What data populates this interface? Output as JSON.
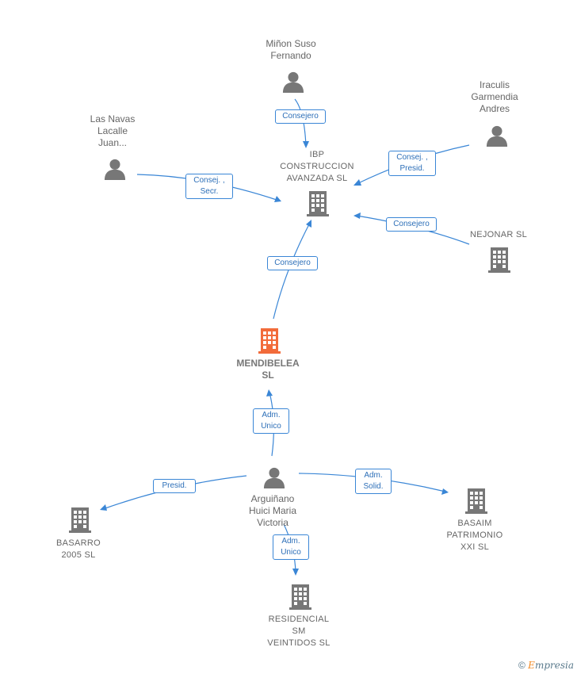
{
  "nodes": {
    "minon": {
      "label": [
        "Miñon Suso",
        "Fernando"
      ],
      "kind": "person"
    },
    "iraculis": {
      "label": [
        "Iraculis",
        "Garmendia",
        "Andres"
      ],
      "kind": "person"
    },
    "lasnavas": {
      "label": [
        "Las Navas",
        "Lacalle",
        "Juan..."
      ],
      "kind": "person"
    },
    "ibp": {
      "label": [
        "IBP",
        "CONSTRUCCION",
        "AVANZADA  SL"
      ],
      "kind": "company"
    },
    "nejonar": {
      "label": [
        "NEJONAR  SL"
      ],
      "kind": "company"
    },
    "mendibelea": {
      "label": [
        "MENDIBELEA",
        "SL"
      ],
      "kind": "company-main"
    },
    "arguinano": {
      "label": [
        "Arguiñano",
        "Huici Maria",
        "Victoria"
      ],
      "kind": "person"
    },
    "basarro": {
      "label": [
        "BASARRO",
        "2005  SL"
      ],
      "kind": "company"
    },
    "basaim": {
      "label": [
        "BASAIM",
        "PATRIMONIO",
        "XXI  SL"
      ],
      "kind": "company"
    },
    "residencial": {
      "label": [
        "RESIDENCIAL",
        "SM",
        "VEINTIDOS  SL"
      ],
      "kind": "company"
    }
  },
  "edges": {
    "minon_ibp": [
      "Consejero"
    ],
    "iraculis_ibp": [
      "Consej. ,",
      "Presid."
    ],
    "lasnavas_ibp": [
      "Consej. ,",
      "Secr."
    ],
    "nejonar_ibp": [
      "Consejero"
    ],
    "mendibelea_ibp": [
      "Consejero"
    ],
    "arguinano_mend": [
      "Adm.",
      "Unico"
    ],
    "arguinano_basarro": [
      "Presid."
    ],
    "arguinano_basaim": [
      "Adm.",
      "Solid."
    ],
    "arguinano_resid": [
      "Adm.",
      "Unico"
    ]
  },
  "colors": {
    "edge": "#3a86d6",
    "icon_gray": "#777777",
    "icon_main": "#f26b3a"
  },
  "footer": {
    "copyright": "©",
    "brand_initial": "E",
    "brand_rest": "mpresia"
  }
}
